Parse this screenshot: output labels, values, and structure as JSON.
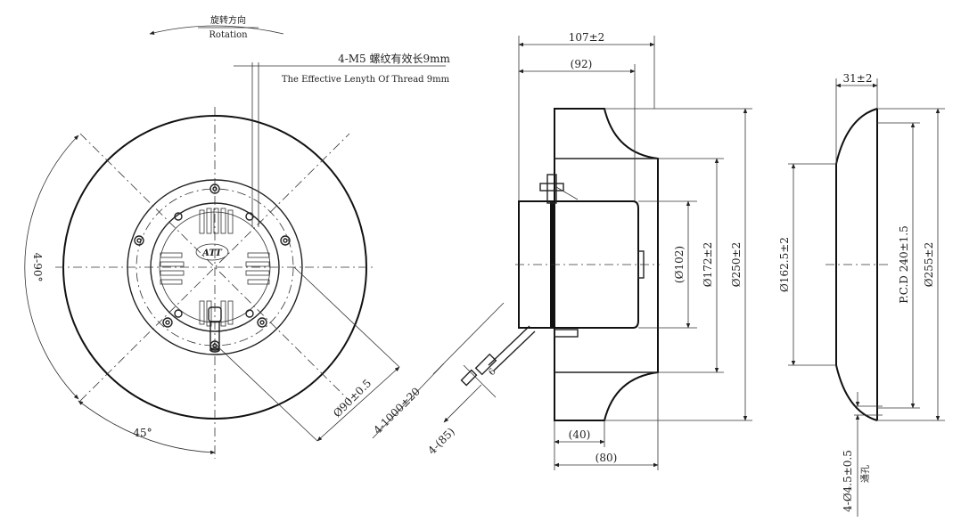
{
  "labels": {
    "rotation_cn": "旋转方向",
    "rotation_en": "Rotation",
    "thread_cn": "4-M5 螺纹有效长9mm",
    "thread_en": "The Effective Lenyth Of Thread 9mm",
    "angle_90": "4-90°",
    "angle_45": "45°",
    "d90": "Ø90±0.5",
    "cable": "4-1000±20",
    "d85": "4-(85)",
    "d107": "107±2",
    "d92": "(92)",
    "d40": "(40)",
    "d80": "(80)",
    "d102": "(Ø102)",
    "d172": "Ø172±2",
    "d250": "Ø250±2",
    "d31": "31±2",
    "d162": "Ø162.5±2",
    "pcd": "P.C.D 240±1.5",
    "d255": "Ø255±2",
    "hole": "4-Ø4.5±0.5",
    "hole_note": "通孔",
    "logo": "ATT"
  },
  "colors": {
    "line": "#222222",
    "background": "#ffffff"
  }
}
